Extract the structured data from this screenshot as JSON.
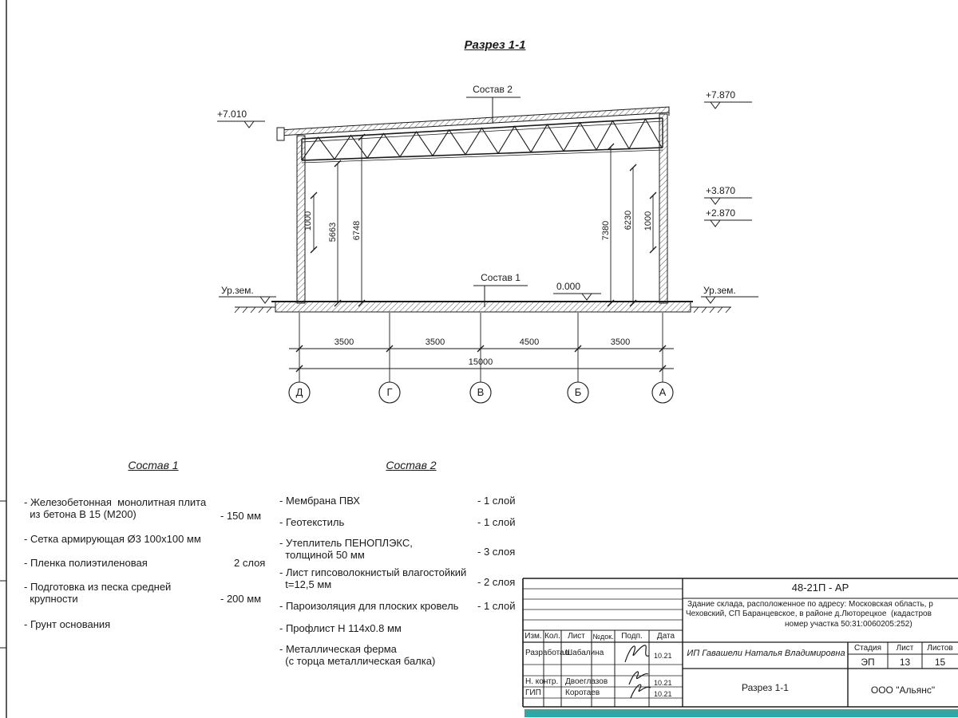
{
  "title": "Разрез 1-1",
  "section": {
    "sostav1_label": "Состав 1",
    "sostav2_label": "Состав 2",
    "elevations": {
      "left_top": "+7.010",
      "right_top": "+7.870",
      "right_mid": "+3.870",
      "right_low": "+2.870",
      "zero": "0.000",
      "ground_left": "Ур.зем.",
      "ground_right": "Ур.зем."
    },
    "vertical_dims": [
      "1000",
      "5663",
      "6748",
      "7380",
      "6230",
      "1000"
    ],
    "horizontal_dims": [
      "3500",
      "3500",
      "4500",
      "3500"
    ],
    "total_dim": "15000",
    "axes": [
      "Д",
      "Г",
      "В",
      "Б",
      "А"
    ]
  },
  "composition1": {
    "heading": "Состав 1",
    "items": [
      {
        "text": "- Железобетонная  монолитная плита\n  из бетона В 15 (М200)",
        "value": "- 150 мм"
      },
      {
        "text": "- Сетка армирующая Ø3 100х100 мм",
        "value": ""
      },
      {
        "text": "- Пленка полиэтиленовая",
        "value": "2 слоя"
      },
      {
        "text": "- Подготовка из песка средней\n  крупности",
        "value": "- 200 мм"
      },
      {
        "text": "- Грунт основания",
        "value": ""
      }
    ]
  },
  "composition2": {
    "heading": "Состав 2",
    "items": [
      {
        "text": "- Мембрана ПВХ",
        "value": "- 1 слой"
      },
      {
        "text": "- Геотекстиль",
        "value": "- 1 слой"
      },
      {
        "text": "- Утеплитель ПЕНОПЛЭКС,\n  толщиной 50 мм",
        "value": "- 3 слоя"
      },
      {
        "text": "- Лист гипсоволокнистый влагостойкий\n  t=12,5 мм",
        "value": "- 2 слоя"
      },
      {
        "text": "- Пароизоляция для плоских кровель",
        "value": "- 1 слой"
      },
      {
        "text": "- Профлист Н 114х0.8 мм",
        "value": ""
      },
      {
        "text": "- Металлическая ферма\n  (с торца металлическая балка)",
        "value": ""
      }
    ]
  },
  "titleblock": {
    "doc_code": "48-21П - АР",
    "project_line1": "Здание склада, расположенное по адресу: Московская область, р",
    "project_line2": "Чеховский, СП Баранцевское, в районе д.Люторецкое  (кадастров",
    "project_line3": "номер участка 50:31:0060205:252)",
    "header_cols": [
      "Изм.",
      "Кол.",
      "Лист",
      "№док.",
      "Подп.",
      "Дата"
    ],
    "rows": [
      {
        "role": "Разработал",
        "name": "Шабалина",
        "date": "10.21"
      },
      {
        "role": "Н. контр.",
        "name": "Двоеглазов",
        "date": "10.21"
      },
      {
        "role": "ГИП",
        "name": "Коротаев",
        "date": "10.21"
      }
    ],
    "client": "ИП Гавашели Наталья Владимировна",
    "stage_header": [
      "Стадия",
      "Лист",
      "Листов"
    ],
    "stage_values": [
      "ЭП",
      "13",
      "15"
    ],
    "sheet_title": "Разрез 1-1",
    "company": "ООО \"Альянс\""
  },
  "colors": {
    "line": "#1a1a1a",
    "accent_teal": "#2ea8a2"
  }
}
